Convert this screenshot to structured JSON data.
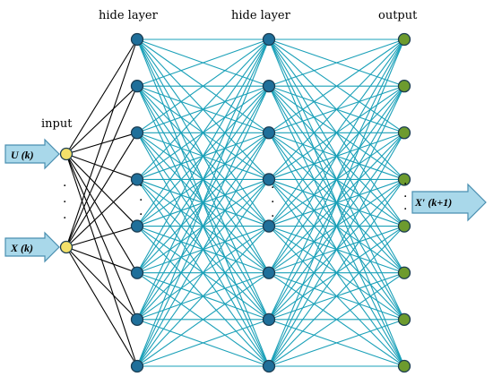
{
  "labels": {
    "hidden1": "hide layer",
    "hidden2": "hide layer",
    "output": "output",
    "input": "input"
  },
  "inputs": [
    {
      "label": "U (k)"
    },
    {
      "label": "X (k)"
    }
  ],
  "output_arrow": {
    "label": "X′ (k+1)"
  },
  "layers": {
    "input_nodes": 2,
    "hidden1_nodes": 8,
    "hidden2_nodes": 8,
    "output_nodes": 8
  },
  "colors": {
    "input_node": "#f3e06a",
    "hidden_node": "#1f6f9a",
    "output_node": "#6d9b2e",
    "input_edges": "#000000",
    "hidden_edges": "#1aa0b8",
    "arrow_fill": "#a9d8ea",
    "arrow_stroke": "#4a8fb0"
  }
}
